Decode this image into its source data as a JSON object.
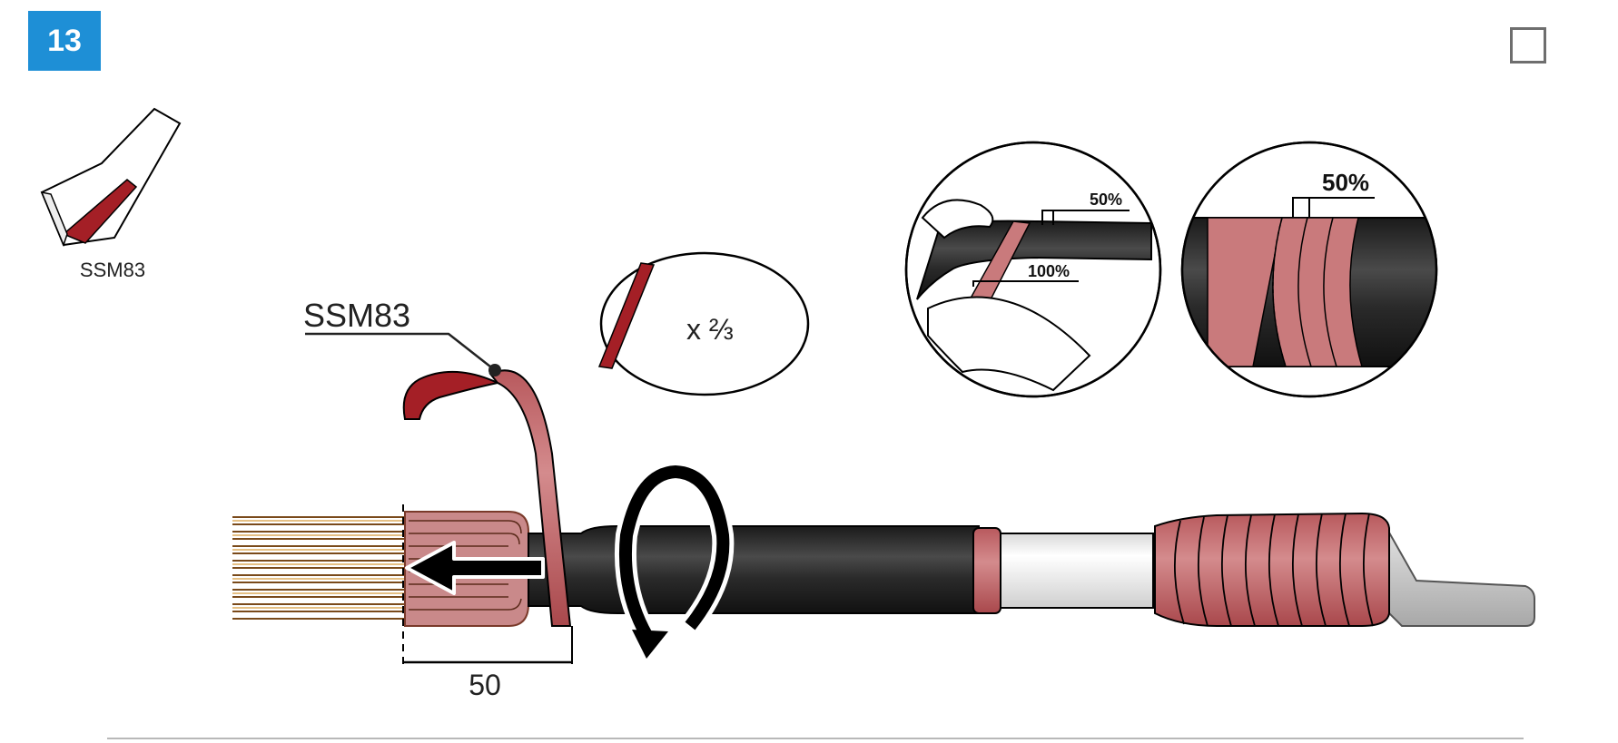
{
  "step": {
    "number": "13"
  },
  "checkbox": {
    "checked": false
  },
  "product": {
    "icon_label": "SSM83",
    "callout_label": "SSM83"
  },
  "cut": {
    "multiplier": "x ⅔"
  },
  "dimension": {
    "value": "50"
  },
  "detail_wrap": {
    "overlap_label": "50%",
    "stretch_label": "100%"
  },
  "detail_result": {
    "overlap_label": "50%"
  },
  "icons": {
    "tape": "tape-roll-icon",
    "rotate": "rotate-arrow-icon",
    "direction": "left-arrow-icon",
    "checkbox": "checkbox-icon"
  },
  "colors": {
    "badge": "#1e8fd6",
    "tape_dark": "#a41f26",
    "tape_light": "#c97a7c",
    "cable": "#2b2b2b",
    "lug": "#c9c9c9"
  }
}
